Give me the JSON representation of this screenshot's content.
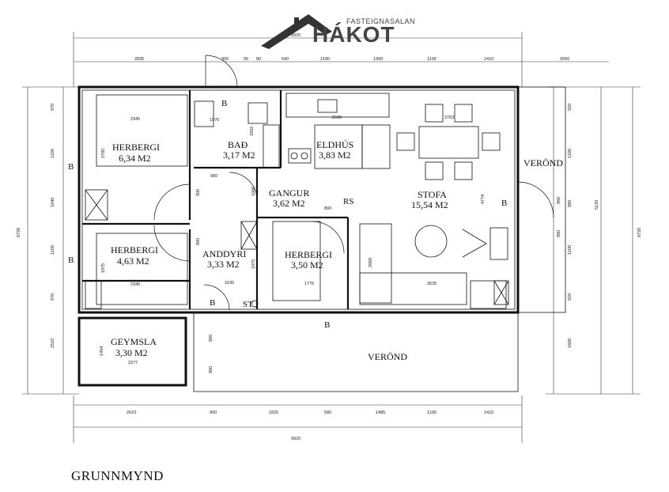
{
  "logo": {
    "brand": "HÁKOT",
    "subtitle": "FASTEIGNASALAN"
  },
  "caption": "GRUNNMYND",
  "rooms": [
    {
      "id": "herbergi-1",
      "name": "HERBERGI",
      "area": "6,34 M2"
    },
    {
      "id": "bad",
      "name": "BAÐ",
      "area": "3,17 M2"
    },
    {
      "id": "eldhus",
      "name": "ELDHÚS",
      "area": "3,83 M2"
    },
    {
      "id": "gangur",
      "name": "GANGUR",
      "area": "3,62 M2"
    },
    {
      "id": "stofa",
      "name": "STOFA",
      "area": "15,54 M2"
    },
    {
      "id": "herbergi-2",
      "name": "HERBERGI",
      "area": "4,63 M2"
    },
    {
      "id": "anddyri",
      "name": "ANDDYRI",
      "area": "3,33 M2"
    },
    {
      "id": "herbergi-3",
      "name": "HERBERGI",
      "area": "3,50 M2"
    },
    {
      "id": "geymsla",
      "name": "GEYMSLA",
      "area": "3,30 M2"
    },
    {
      "id": "verond-east",
      "name": "VERÖND",
      "area": ""
    },
    {
      "id": "verond-south",
      "name": "VERÖND",
      "area": ""
    }
  ],
  "labels": {
    "rs": "RS",
    "st": "ST",
    "b": "B"
  },
  "dimensions": {
    "top_total": "9920",
    "top_segments": [
      "2835",
      "900",
      "55",
      "80",
      "640",
      "1100",
      "1300",
      "1100",
      "1410",
      "2060"
    ],
    "bottom_segments": [
      "2623",
      "900",
      "1825",
      "580",
      "1485",
      "1100",
      "1410"
    ],
    "bottom_total": "9920",
    "left_outer": "6720",
    "left_segments": [
      "970",
      "1100",
      "1040",
      "1100",
      "970",
      "2510"
    ],
    "right_outer": "5120",
    "right_outer2": "6720",
    "right_segments": [
      "920",
      "1100",
      "980",
      "1100",
      "920",
      "1600"
    ],
    "inner": [
      "2345",
      "2785",
      "1976",
      "1602",
      "2500",
      "2763",
      "900",
      "1006",
      "800",
      "4774",
      "1975",
      "1636",
      "1975",
      "2069",
      "3535",
      "1776",
      "2345",
      "1454",
      "2277",
      "800",
      "800",
      "900",
      "900",
      "960",
      "980"
    ]
  }
}
